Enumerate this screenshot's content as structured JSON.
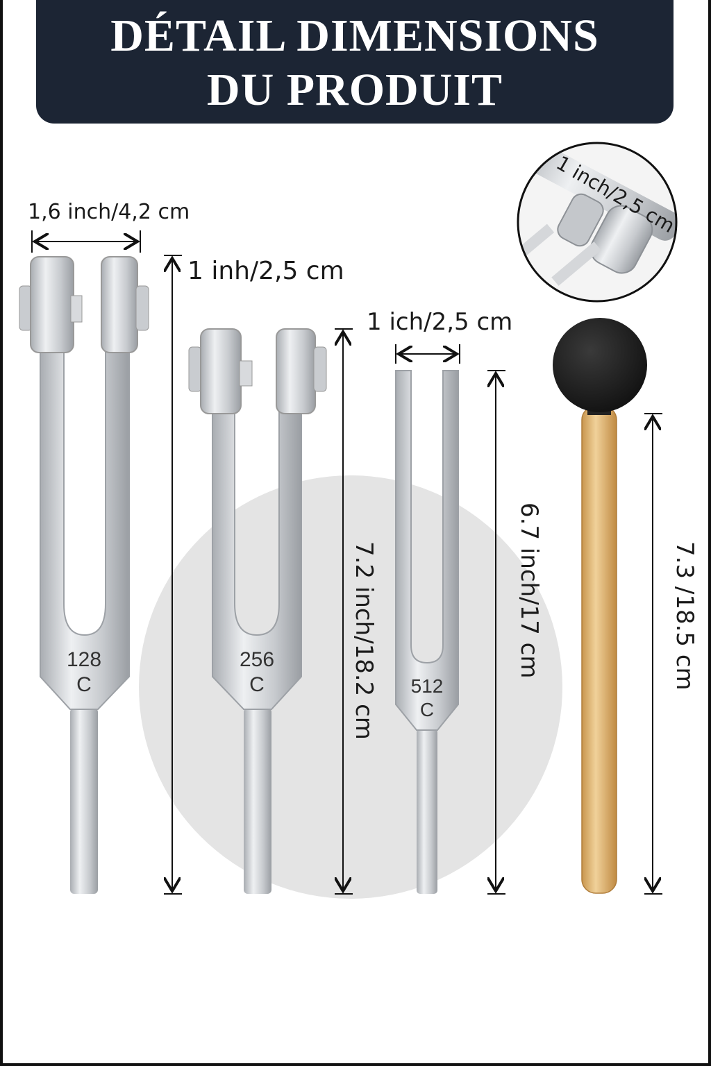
{
  "header": {
    "line1": "DÉTAIL DIMENSIONS",
    "line2": "DU PRODUIT"
  },
  "measurements": {
    "fork128_width": "1,6 inch/4,2 cm",
    "fork128_weight_width": "1 inh/2,5 cm",
    "fork128_height": "7.2 inch/18.2 cm",
    "fork512_width": "1 ich/2,5 cm",
    "fork512_height": "6.7 inch/17 cm",
    "mallet_height": "7.3 /18.5 cm",
    "detail_weight": "1 inch/2,5 cm"
  },
  "forks": [
    {
      "frequency": "128",
      "note": "C"
    },
    {
      "frequency": "256",
      "note": "C"
    },
    {
      "frequency": "512",
      "note": "C"
    }
  ],
  "colors": {
    "header_bg": "#1c2534",
    "metal": "#cfd2d6",
    "mallet_head": "#1e1e1e",
    "mallet_handle": "#d9ae6a",
    "backdrop_circle": "#e3e3e3"
  }
}
